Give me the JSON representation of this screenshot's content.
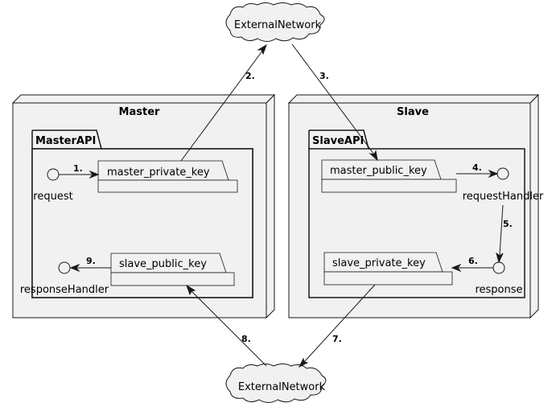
{
  "nodes": {
    "master": {
      "label": "Master"
    },
    "slave": {
      "label": "Slave"
    }
  },
  "packages": {
    "master_api": {
      "label": "MasterAPI"
    },
    "slave_api": {
      "label": "SlaveAPI"
    }
  },
  "clouds": {
    "top": {
      "label": "ExternalNetwork"
    },
    "bottom": {
      "label": "ExternalNetwork"
    }
  },
  "folders": {
    "master_private_key": {
      "label": "master_private_key"
    },
    "slave_public_key": {
      "label": "slave_public_key"
    },
    "master_public_key": {
      "label": "master_public_key"
    },
    "slave_private_key": {
      "label": "slave_private_key"
    }
  },
  "interfaces": {
    "request": {
      "label": "request"
    },
    "response_handler": {
      "label": "responseHandler"
    },
    "request_handler": {
      "label": "requestHandler"
    },
    "response": {
      "label": "response"
    }
  },
  "steps": {
    "s1": "1.",
    "s2": "2.",
    "s3": "3.",
    "s4": "4.",
    "s5": "5.",
    "s6": "6.",
    "s7": "7.",
    "s8": "8.",
    "s9": "9."
  },
  "colors": {
    "fill": "#F1F1F1",
    "stroke": "#181818",
    "background": "#FFFFFF"
  }
}
